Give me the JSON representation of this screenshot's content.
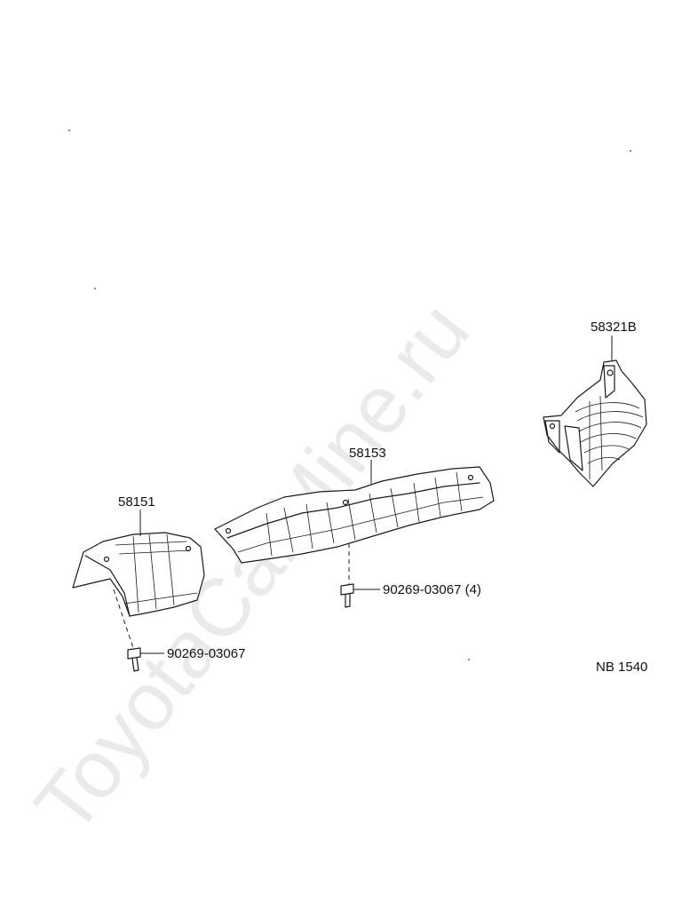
{
  "watermark": "ToyotaCarMine.ru",
  "parts": {
    "p58321b": "58321B",
    "p58153": "58153",
    "p58151": "58151",
    "bolt_right": "90269-03067 (4)",
    "bolt_left": "90269-03067"
  },
  "diagram_code": "NB 1540"
}
